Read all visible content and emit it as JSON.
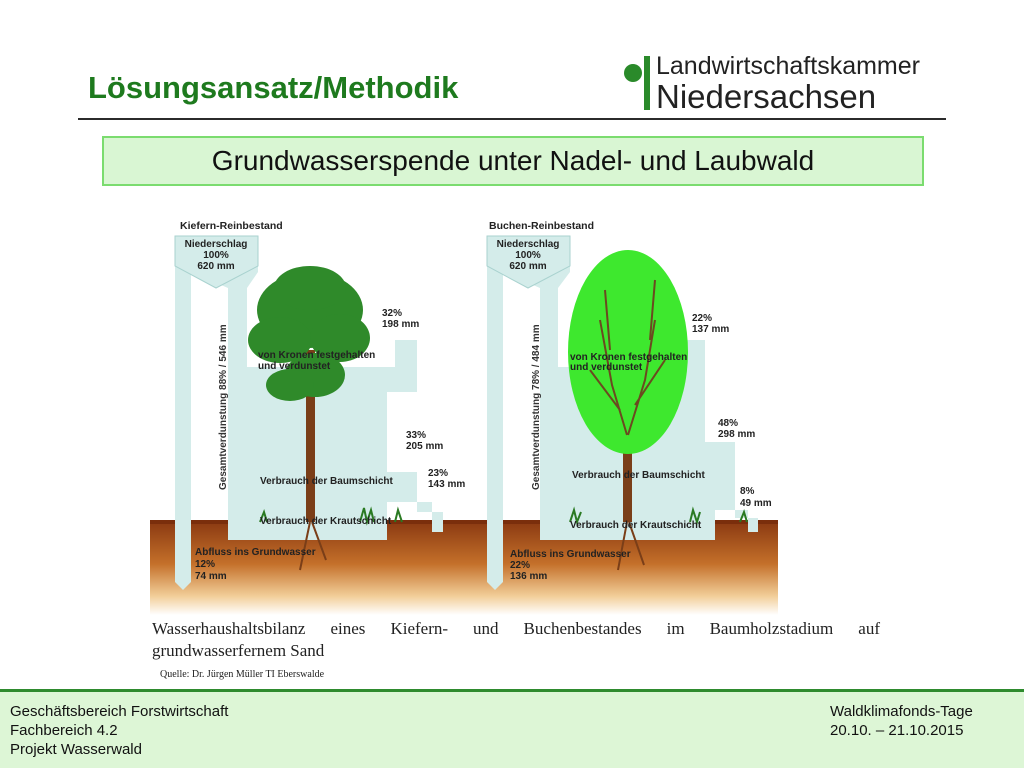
{
  "header": {
    "title": "Lösungsansatz/Methodik",
    "logo_line1": "Landwirtschaftskammer",
    "logo_line2": "Niedersachsen"
  },
  "subtitle": "Grundwasserspende unter Nadel- und Laubwald",
  "diagram": {
    "left": {
      "stand": "Kiefern-Reinbestand",
      "precip_label": "Niederschlag",
      "precip_pct": "100%",
      "precip_mm": "620 mm",
      "total_evap": "Gesamtverdunstung  88% / 546 mm",
      "crown_text_1": "von Kronen festgehalten",
      "crown_text_2": "und verdunstet",
      "crown_pct": "32%",
      "crown_mm": "198 mm",
      "tree_pct": "33%",
      "tree_mm": "205 mm",
      "tree_text": "Verbrauch der Baumschicht",
      "herb_pct": "23%",
      "herb_mm": "143 mm",
      "herb_text": "Verbrauch der Krautschicht",
      "runoff_text": "Abfluss ins Grundwasser",
      "runoff_pct": "12%",
      "runoff_mm": "74 mm"
    },
    "right": {
      "stand": "Buchen-Reinbestand",
      "precip_label": "Niederschlag",
      "precip_pct": "100%",
      "precip_mm": "620 mm",
      "total_evap": "Gesamtverdunstung  78% / 484 mm",
      "crown_text_1": "von Kronen festgehalten",
      "crown_text_2": "und verdunstet",
      "crown_pct": "22%",
      "crown_mm": "137 mm",
      "tree_pct": "48%",
      "tree_mm": "298 mm",
      "tree_text": "Verbrauch der Baumschicht",
      "herb_pct": "8%",
      "herb_mm": "49 mm",
      "herb_text": "Verbrauch der Krautschicht",
      "runoff_text": "Abfluss ins Grundwasser",
      "runoff_pct": "22%",
      "runoff_mm": "136 mm"
    },
    "caption_line1": "Wasserhaushaltsbilanz eines Kiefern- und Buchenbestandes im Baumholzstadium auf",
    "caption_line2": "grundwasserfernem Sand",
    "source": "Quelle: Dr. Jürgen Müller TI Eberswalde",
    "colors": {
      "flow": "#d4ecea",
      "pine_crown": "#2f8a2a",
      "beech_crown": "#3ee82e",
      "trunk": "#7a3e18",
      "soil_top": "#8b3a12"
    }
  },
  "footer": {
    "left_1": "Geschäftsbereich Forstwirtschaft",
    "left_2": "Fachbereich 4.2",
    "left_3": "Projekt Wasserwald",
    "right_1": "Waldklimafonds-Tage",
    "right_2": "20.10. – 21.10.2015"
  }
}
